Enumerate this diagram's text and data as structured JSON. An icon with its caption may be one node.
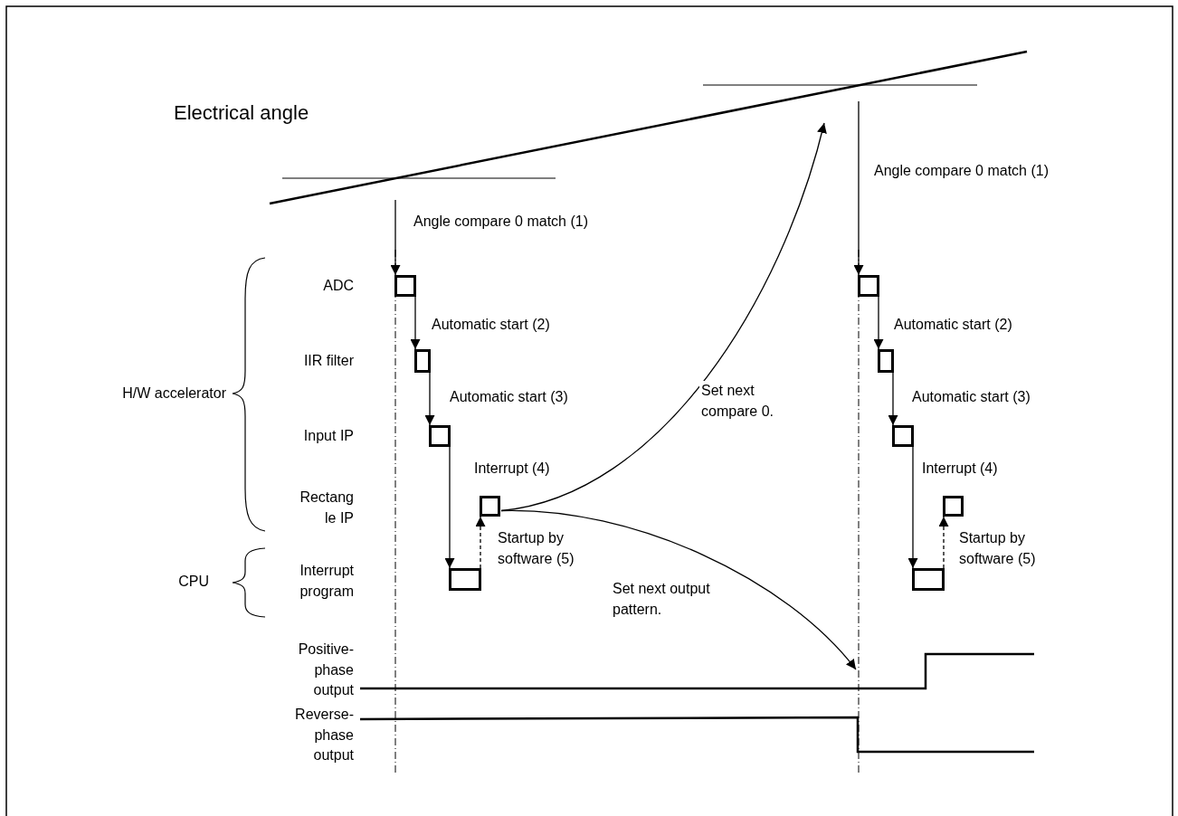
{
  "diagram": {
    "nodes": [
      {
        "text": [],
        "shape": "box"
      },
      {
        "text": [],
        "shape": "box"
      },
      {
        "text": [],
        "shape": "box"
      },
      {
        "text": [],
        "shape": "box"
      },
      {
        "text": [],
        "shape": "box"
      },
      {
        "text": [],
        "shape": "box"
      },
      {
        "text": [],
        "shape": "box"
      },
      {
        "text": [],
        "shape": "box"
      },
      {
        "text": [],
        "shape": "box"
      },
      {
        "text": [],
        "shape": "box"
      }
    ],
    "edges": [
      {
        "from": null,
        "to": 0,
        "arrow": "to",
        "label": "Angle compare 0 match (1)"
      },
      {
        "from": 0,
        "to": 1,
        "arrow": "to",
        "label": "Automatic start (2)"
      },
      {
        "from": 1,
        "to": 2,
        "arrow": "to",
        "label": "Automatic start (3)"
      },
      {
        "from": 2,
        "to": 4,
        "arrow": "to",
        "label": "Interrupt (4)"
      },
      {
        "from": 4,
        "to": 3,
        "arrow": "to",
        "label": "Startup by software (5)",
        "style": "dashed"
      },
      {
        "from": 3,
        "to": null,
        "arrow": "to",
        "label": "Set next compare 0."
      },
      {
        "from": 3,
        "to": null,
        "arrow": "to",
        "label": "Set next output pattern."
      },
      {
        "from": null,
        "to": 5,
        "arrow": "to",
        "label": "Angle compare 0 match (1)"
      },
      {
        "from": 5,
        "to": 6,
        "arrow": "to",
        "label": "Automatic start (2)"
      },
      {
        "from": 6,
        "to": 7,
        "arrow": "to",
        "label": "Automatic start (3)"
      },
      {
        "from": 7,
        "to": 9,
        "arrow": "to",
        "label": "Interrupt (4)"
      },
      {
        "from": 9,
        "to": 8,
        "arrow": "to",
        "label": "Startup by software (5)",
        "style": "dashed"
      }
    ],
    "labels": [
      "Electrical angle",
      "H/W accelerator",
      "CPU",
      "ADC",
      "IIR filter",
      "Input IP",
      "Rectang le IP",
      "Interrupt program",
      "Positive- phase output",
      "Reverse- phase output"
    ]
  }
}
